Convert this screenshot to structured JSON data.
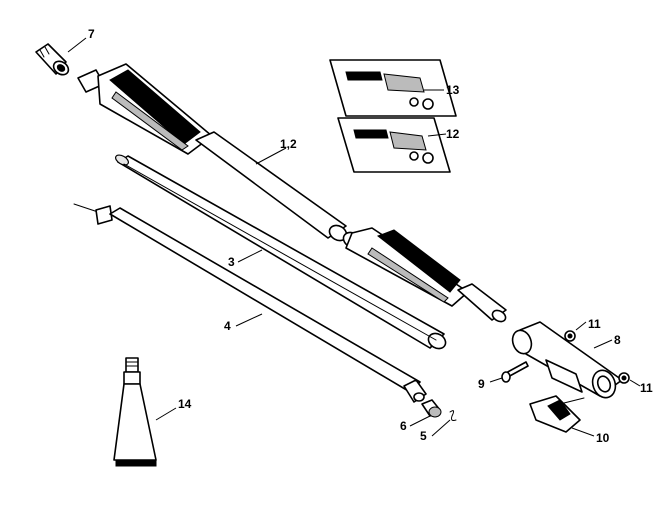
{
  "callouts": {
    "p7": "7",
    "p1_2": "1,2",
    "p13": "13",
    "p12": "12",
    "p3": "3",
    "p4": "4",
    "p11a": "11",
    "p8": "8",
    "p11b": "11",
    "p9": "9",
    "p14": "14",
    "p6": "6",
    "p5": "5",
    "p10": "10"
  }
}
